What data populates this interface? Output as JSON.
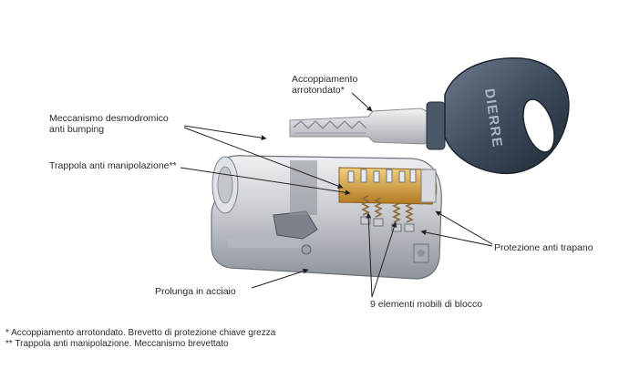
{
  "key": {
    "brand": "DIERRE"
  },
  "labels": {
    "accoppiamento_line1": "Accoppiamento",
    "accoppiamento_line2": "arrotondato*",
    "meccanismo_line1": "Meccanismo desmodromico",
    "meccanismo_line2": "anti bumping",
    "trappola": "Trappola anti manipolazione**",
    "protezione": "Protezione anti trapano",
    "prolunga": "Prolunga in acciaio",
    "elementi": "9 elementi mobili di blocco"
  },
  "footnotes": {
    "note1": "* Accoppiamento arrotondato. Brevetto di protezione chiave grezza",
    "note2": "** Trappola anti manipolazione. Meccanismo brevettato"
  },
  "colors": {
    "key_head": "#3d4b5c",
    "cylinder": "#c9ccd1",
    "brass": "#d9a441",
    "spring": "#8b6a3a",
    "leader": "#222222"
  }
}
